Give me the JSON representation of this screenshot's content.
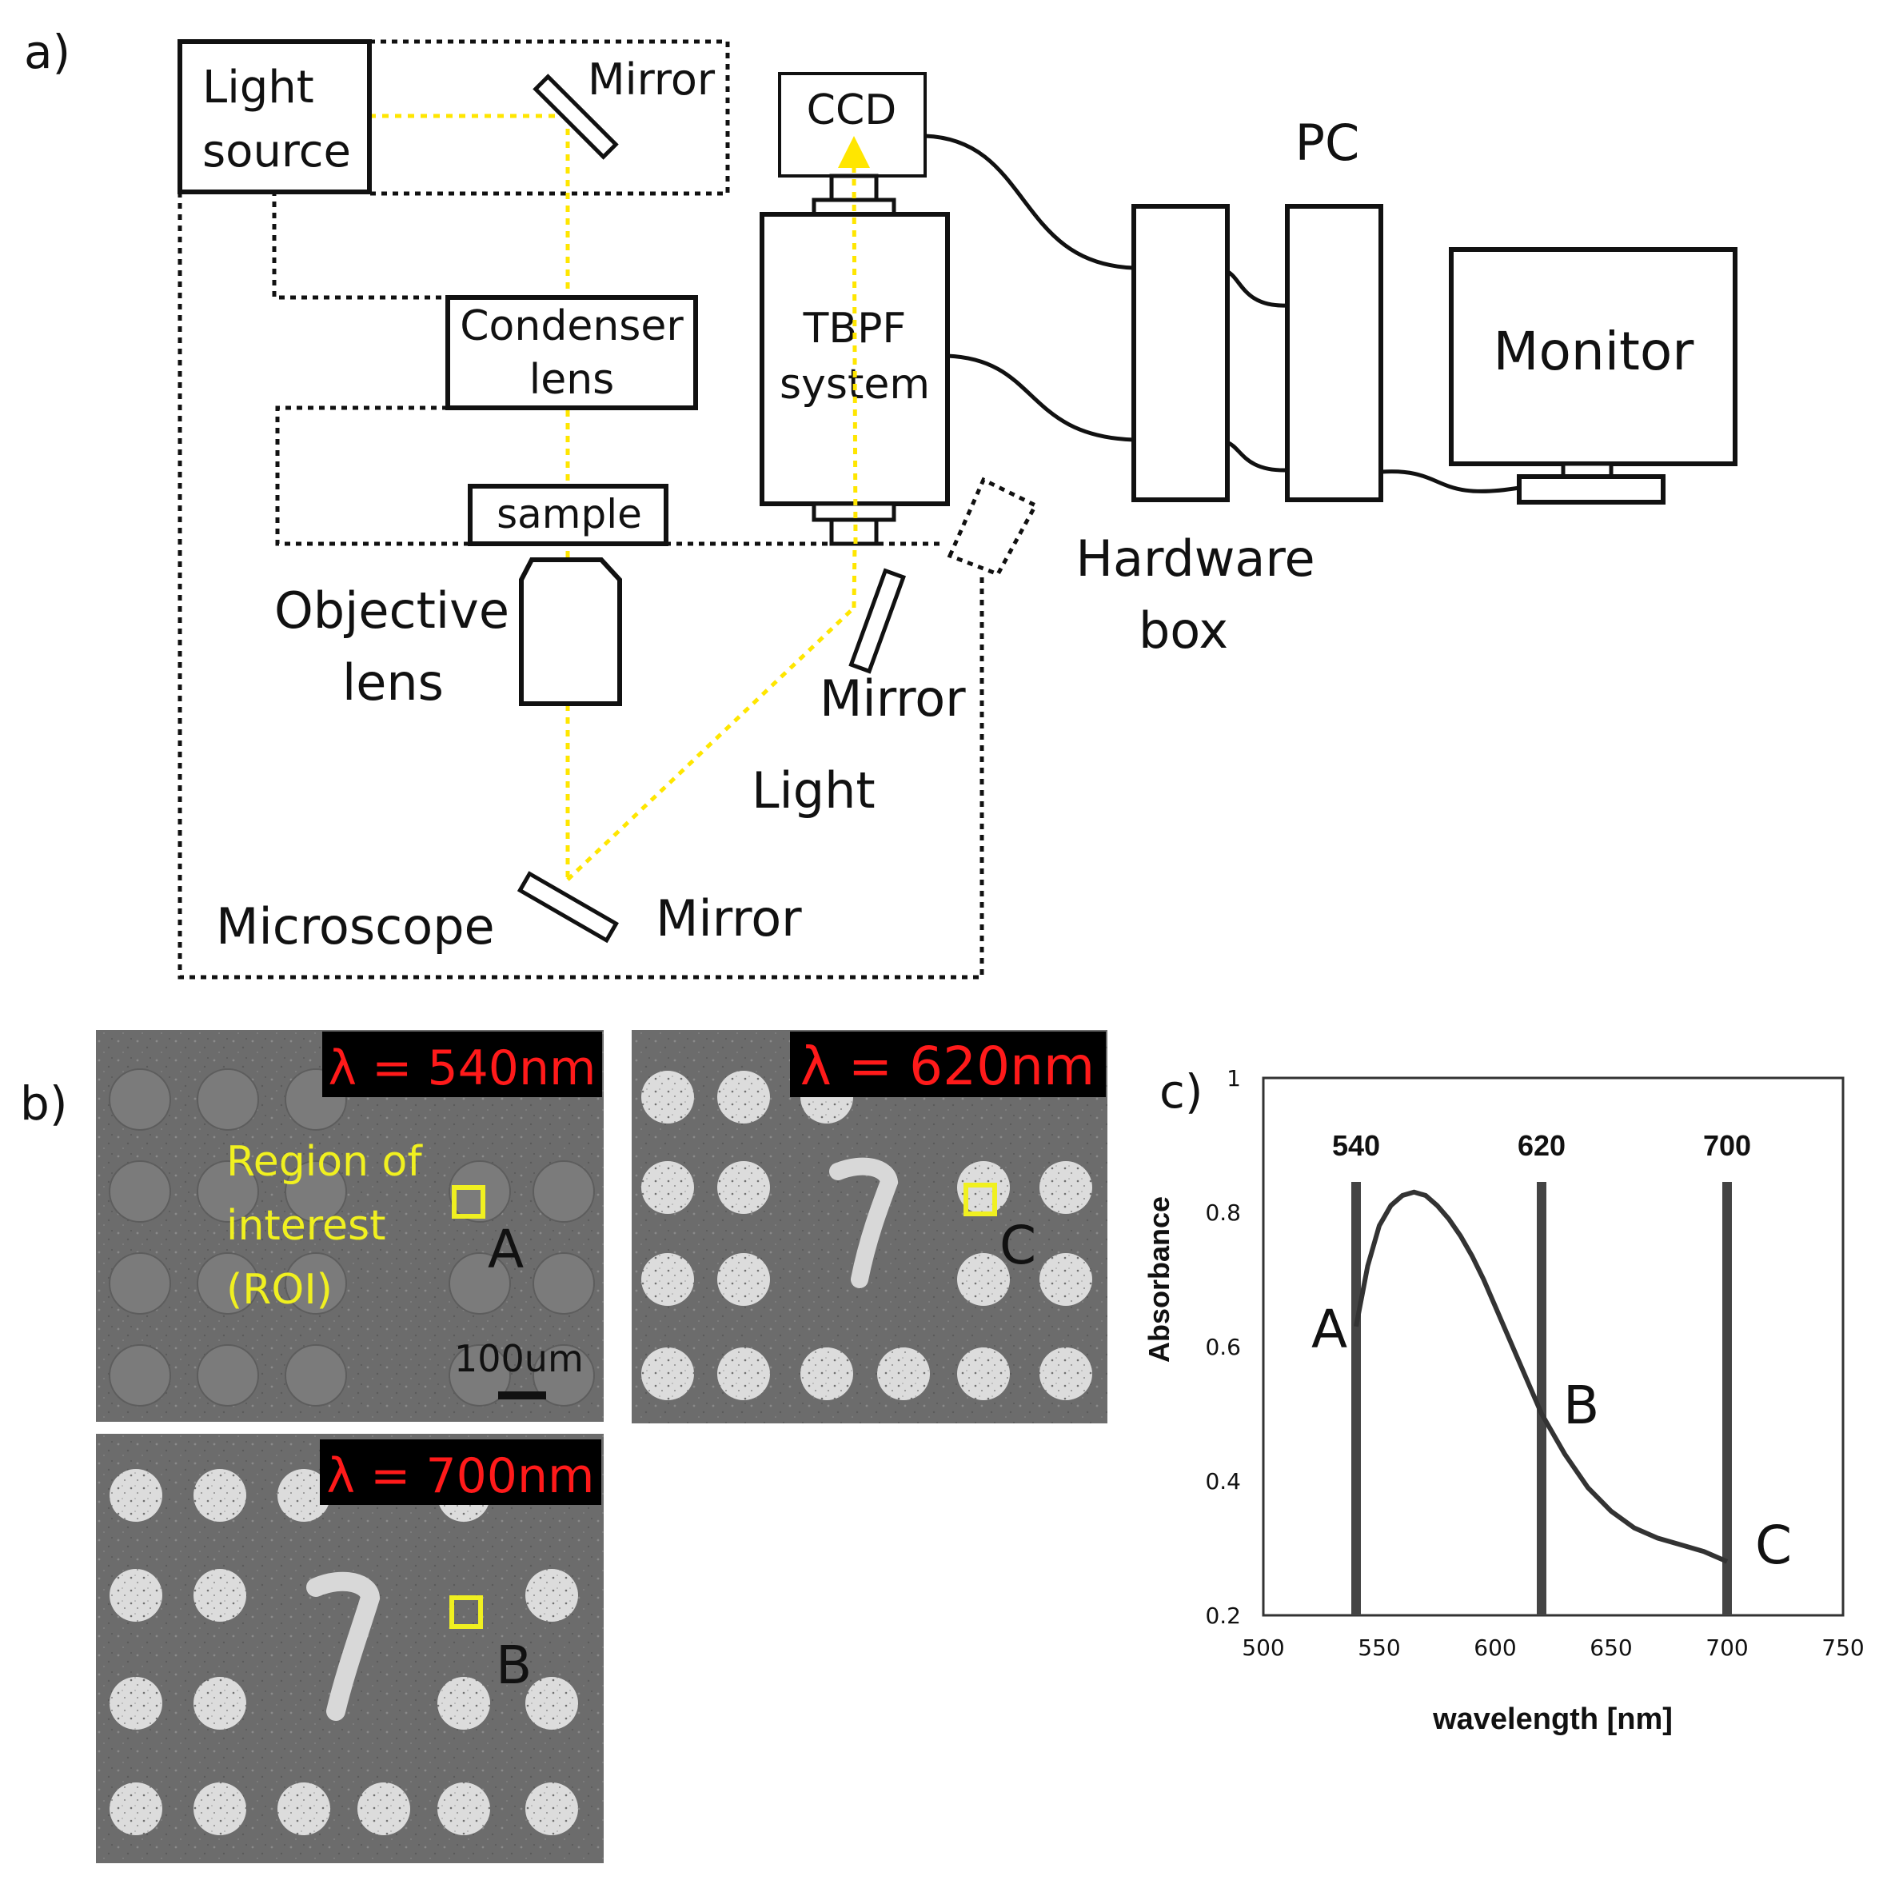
{
  "panels": {
    "a": {
      "label": "a)",
      "components": {
        "light_source": "Light source",
        "mirror_top": "Mirror",
        "condenser_lens": "Condenser lens",
        "sample": "sample",
        "objective_lens": "Objective lens",
        "microscope": "Microscope",
        "mirror_bottom": "Mirror",
        "light": "Light",
        "mirror_right": "Mirror",
        "ccd": "CCD",
        "tbpf_system": "TBPF system",
        "hardware_box": "Hardware box",
        "pc": "PC",
        "monitor": "Monitor"
      },
      "colors": {
        "light_path": "#ffe600",
        "outline": "#111111"
      }
    },
    "b": {
      "label": "b)",
      "images": [
        {
          "wavelength_label": "λ = 540nm",
          "roi_marker": "A",
          "roi_label": [
            "Region of",
            "interest",
            "(ROI)"
          ],
          "scale_bar": "100um"
        },
        {
          "wavelength_label": "λ = 620nm",
          "roi_marker": "C"
        },
        {
          "wavelength_label": "λ = 700nm",
          "roi_marker": "B"
        }
      ],
      "colors": {
        "label_text": "#ff1a1a",
        "label_bg": "#000000",
        "roi": "#f0f020"
      }
    },
    "c": {
      "label": "c)",
      "markers": [
        "A",
        "B",
        "C"
      ],
      "wavelength_lines": [
        "540",
        "620",
        "700"
      ]
    }
  },
  "chart_data": {
    "type": "line",
    "xlabel": "wavelength [nm]",
    "ylabel": "Absorbance",
    "xlim": [
      500,
      750
    ],
    "ylim": [
      0.2,
      1
    ],
    "xticks": [
      "500",
      "550",
      "600",
      "650",
      "700",
      "750"
    ],
    "yticks": [
      "0.2",
      "0.4",
      "0.6",
      "0.8",
      "1"
    ],
    "vertical_lines": [
      540,
      620,
      700
    ],
    "series": [
      {
        "x": [
          540,
          545,
          550,
          555,
          560,
          565,
          570,
          575,
          580,
          585,
          590,
          595,
          600,
          605,
          610,
          615,
          620,
          630,
          640,
          650,
          660,
          670,
          680,
          690,
          700
        ],
        "y": [
          0.63,
          0.72,
          0.78,
          0.81,
          0.825,
          0.83,
          0.825,
          0.81,
          0.79,
          0.765,
          0.735,
          0.7,
          0.66,
          0.62,
          0.58,
          0.54,
          0.5,
          0.44,
          0.39,
          0.355,
          0.33,
          0.315,
          0.305,
          0.295,
          0.28
        ]
      }
    ],
    "grid": false
  }
}
